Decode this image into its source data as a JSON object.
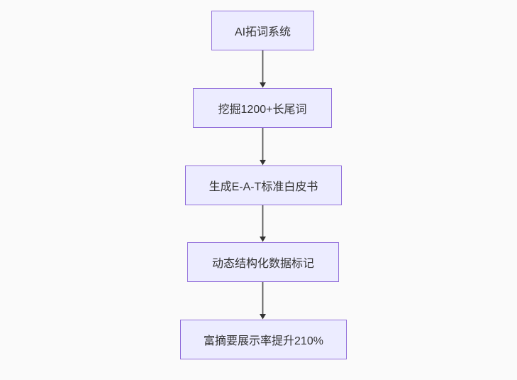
{
  "diagram": {
    "type": "flowchart-top-down",
    "nodes": [
      {
        "label": "AI拓词系统"
      },
      {
        "label": "挖掘1200+长尾词"
      },
      {
        "label": "生成E-A-T标准白皮书"
      },
      {
        "label": "动态结构化数据标记"
      },
      {
        "label": "富摘要展示率提升210%"
      }
    ],
    "edges": [
      {
        "from": "AI拓词系统",
        "to": "挖掘1200+长尾词"
      },
      {
        "from": "挖掘1200+长尾词",
        "to": "生成E-A-T标准白皮书"
      },
      {
        "from": "生成E-A-T标准白皮书",
        "to": "动态结构化数据标记"
      },
      {
        "from": "动态结构化数据标记",
        "to": "富摘要展示率提升210%"
      }
    ],
    "colors": {
      "background": "#fafafa",
      "node_fill": "#ececff",
      "node_border": "#9370db",
      "node_text": "#333333",
      "edge_line": "#595959",
      "arrowhead": "#333333"
    }
  }
}
